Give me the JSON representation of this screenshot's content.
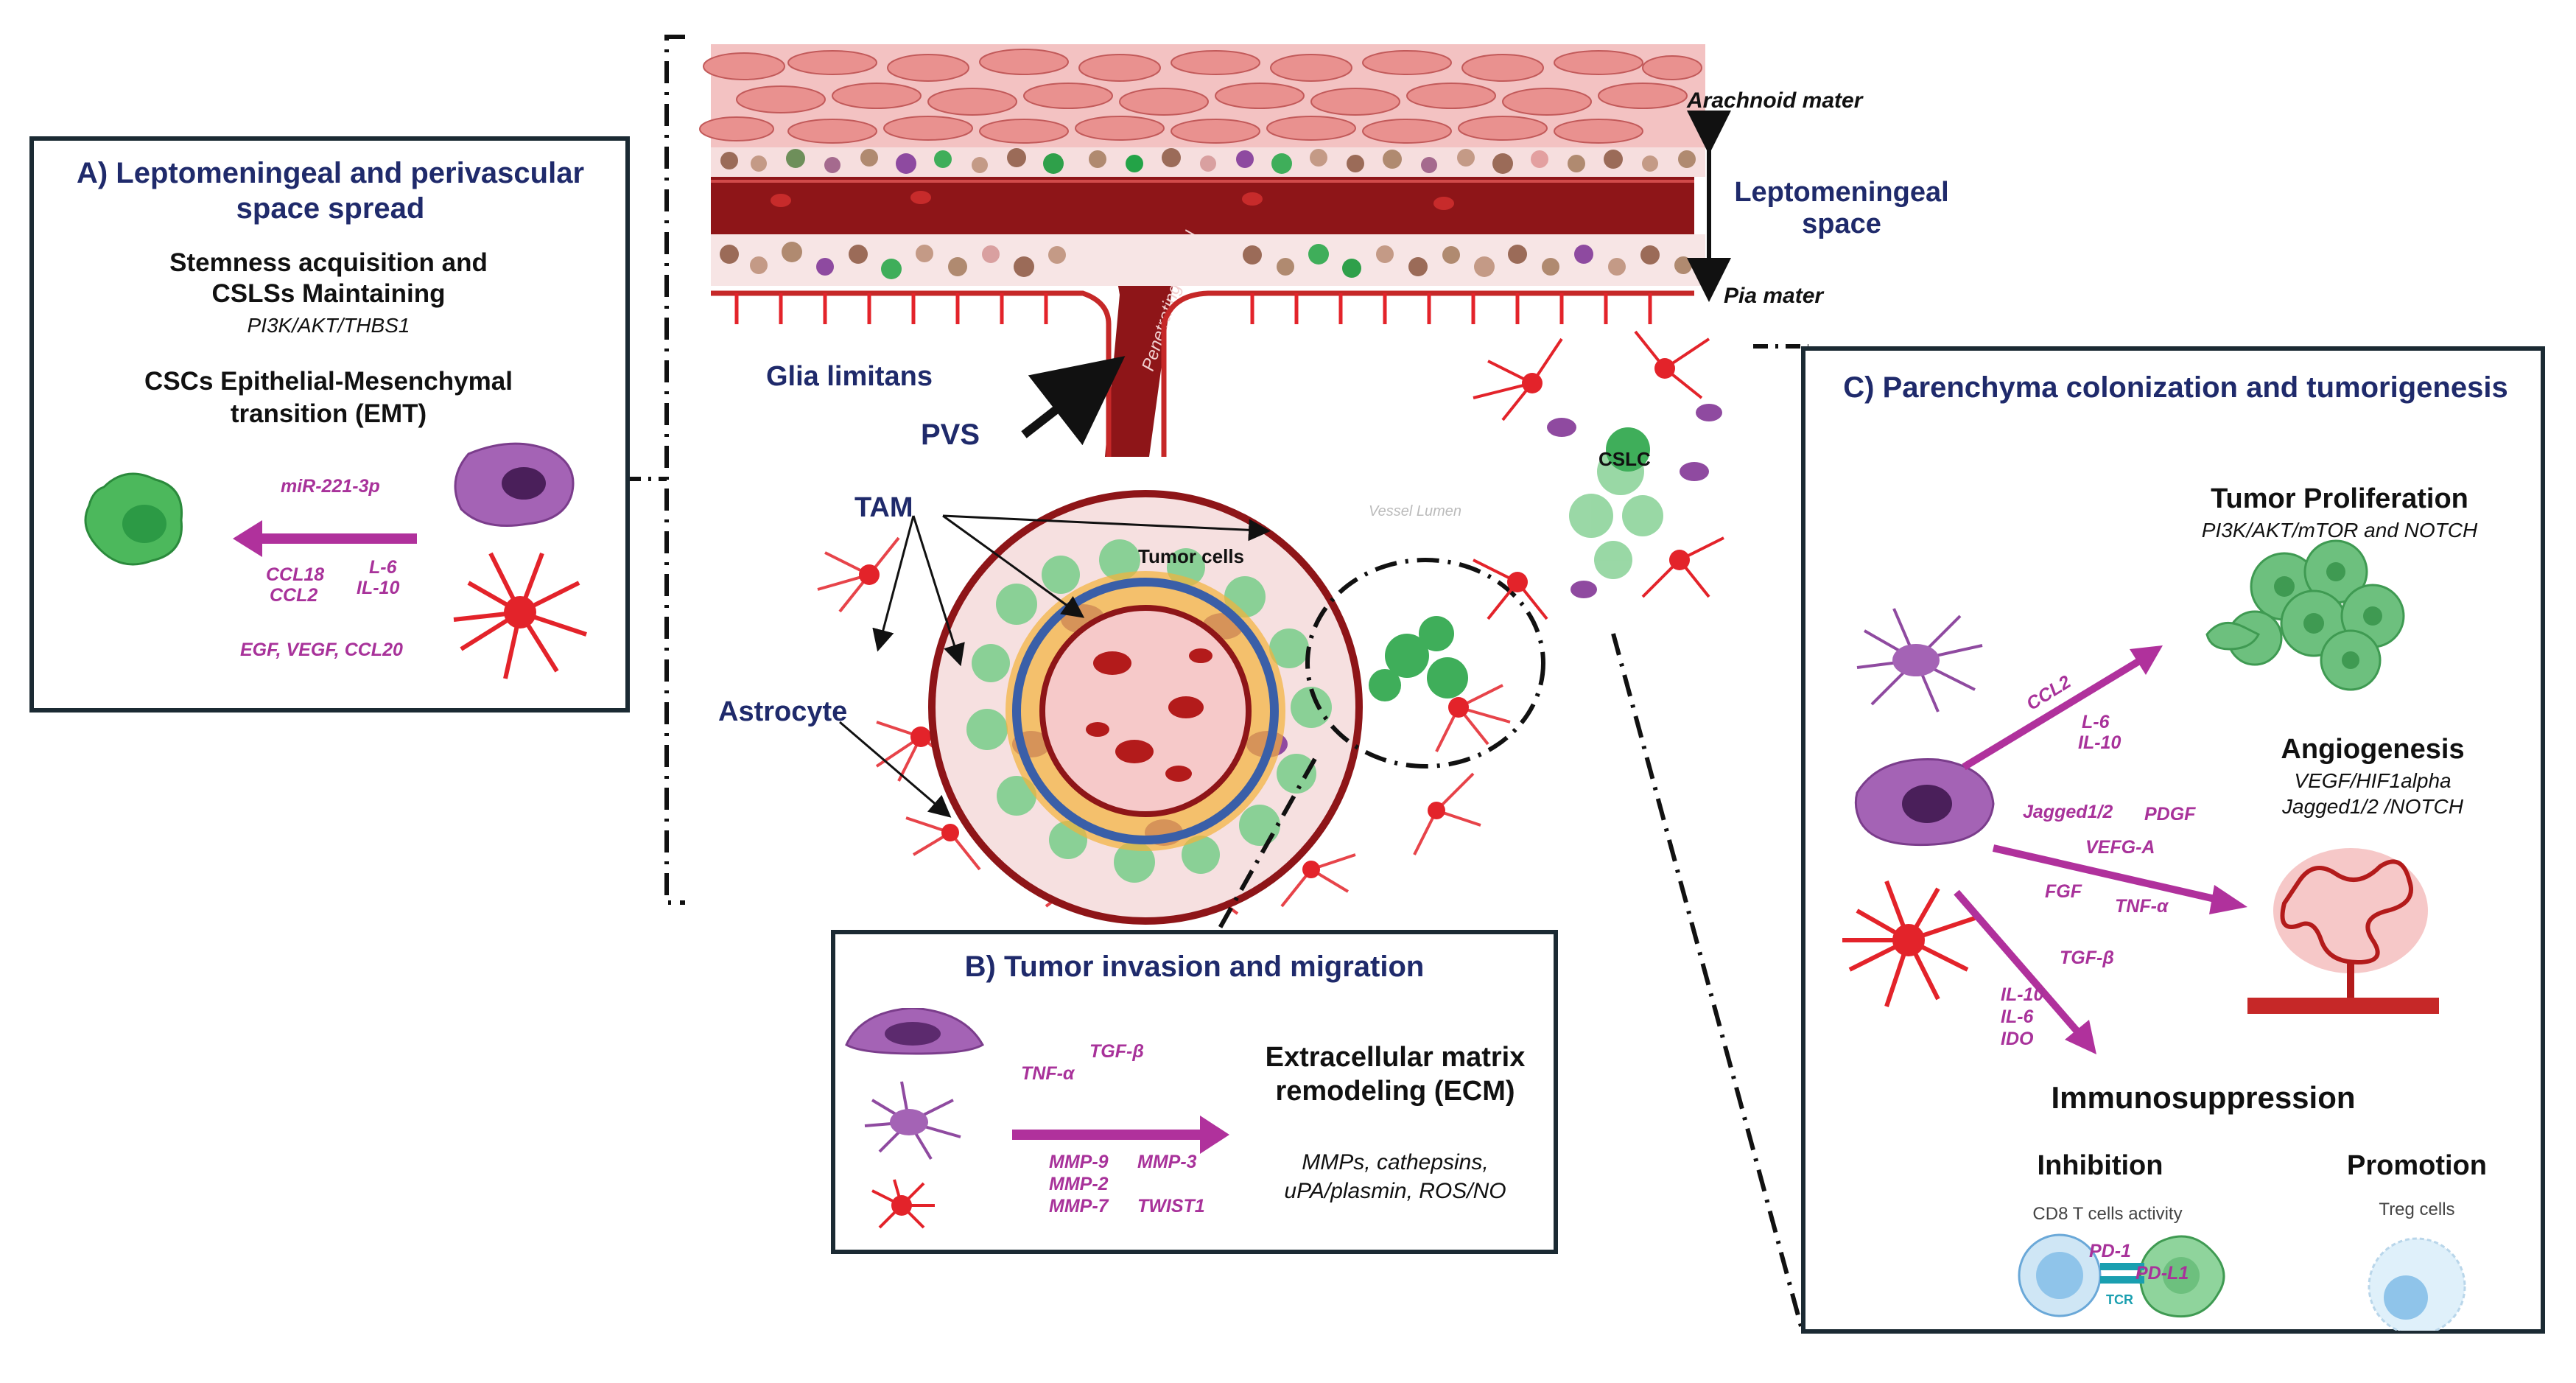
{
  "colors": {
    "navy": "#1f2a6b",
    "magenta": "#a8329a",
    "arrow": "#b0319c",
    "box_border": "#1b2a33",
    "vessel": "#8e1518",
    "astrocyte": "#e3232a",
    "tumor_green": "#3fae5a",
    "tam_purple": "#8f4aa0"
  },
  "panel_a": {
    "title": "A) Leptomeningeal  and perivascular space spread",
    "stemness_title": "Stemness acquisition and CSLSs Maintaining",
    "stemness_pathway": "PI3K/AKT/THBS1",
    "emt_title": "CSCs Epithelial-Mesenchymal transition (EMT)",
    "mirna": "miR-221-3p",
    "ccl18": "CCL18",
    "ccl2": "CCL2",
    "il6": "L-6",
    "il10": "IL-10",
    "growth": "EGF, VEGF, CCL20"
  },
  "center": {
    "arachnoid": "Arachnoid mater",
    "lepto": "Leptomeningeal space",
    "pia": "Pia mater",
    "glia": "Glia limitans",
    "pvs": "PVS",
    "tam": "TAM",
    "tumor_cells": "Tumor cells",
    "astrocyte": "Astrocyte",
    "penetrating": "Penetrating vessel",
    "cslc": "CSLC",
    "vessel_lumen": "Vessel Lumen"
  },
  "panel_b": {
    "title": "B) Tumor invasion and migration",
    "tgfb": "TGF-β",
    "tnfa": "TNF-α",
    "mmp9": "MMP-9",
    "mmp2": "MMP-2",
    "mmp7": "MMP-7",
    "mmp3": "MMP-3",
    "twist": "TWIST1",
    "ecm_title": "Extracellular matrix remodeling (ECM)",
    "ecm_detail": "MMPs, cathepsins, uPA/plasmin, ROS/NO"
  },
  "panel_c": {
    "title": "C) Parenchyma colonization and tumorigenesis",
    "prolif_title": "Tumor Proliferation",
    "prolif_path": "PI3K/AKT/mTOR and NOTCH",
    "ccl2": "CCL2",
    "il6": "L-6",
    "il10": "IL-10",
    "angio_title": "Angiogenesis",
    "angio_path1": "VEGF/HIF1alpha",
    "angio_path2": "Jagged1/2 /NOTCH",
    "jagged": "Jagged1/2",
    "pdgf": "PDGF",
    "vefg": "VEFG-A",
    "fgf": "FGF",
    "tnfa": "TNF-α",
    "tgfb": "TGF-β",
    "il10b": "IL-10",
    "il6b": "IL-6",
    "ido": "IDO",
    "immuno_title": "Immunosuppression",
    "inhibition": "Inhibition",
    "promotion": "Promotion",
    "cd8": "CD8 T cells activity",
    "treg": "Treg cells",
    "pd1": "PD-1",
    "pdl1": "PD-L1",
    "tcr": "TCR"
  }
}
